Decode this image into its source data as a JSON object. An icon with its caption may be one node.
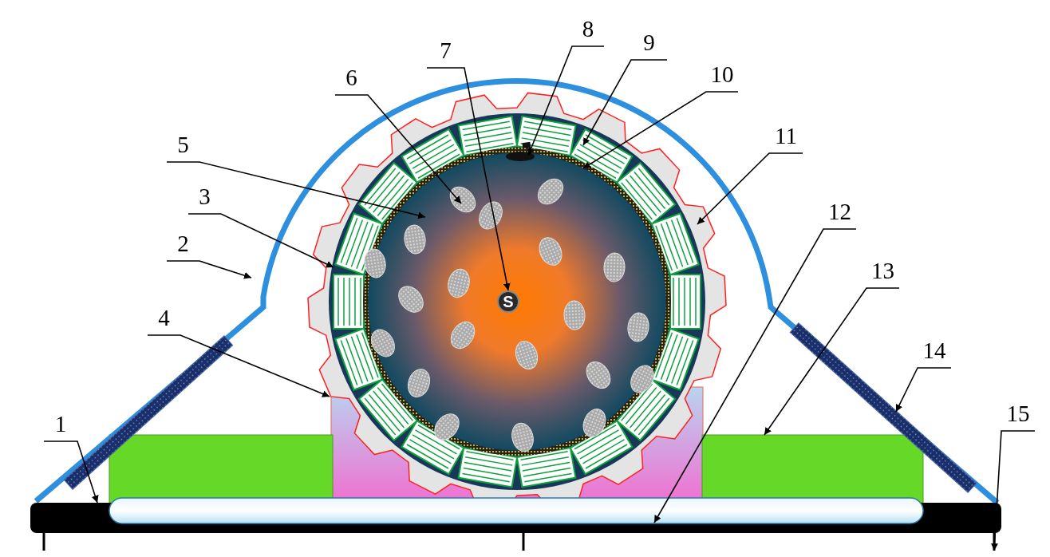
{
  "diagram": {
    "nodes": [
      {
        "text": [
          "1"
        ]
      },
      {
        "text": [
          "2"
        ]
      },
      {
        "text": [
          "3"
        ]
      },
      {
        "text": [
          "4"
        ]
      },
      {
        "text": [
          "5"
        ]
      },
      {
        "text": [
          "6"
        ]
      },
      {
        "text": [
          "7"
        ]
      },
      {
        "text": [
          "8"
        ]
      },
      {
        "text": [
          "9"
        ]
      },
      {
        "text": [
          "10"
        ]
      },
      {
        "text": [
          "11"
        ]
      },
      {
        "text": [
          "12"
        ]
      },
      {
        "text": [
          "13"
        ]
      },
      {
        "text": [
          "14"
        ]
      },
      {
        "text": [
          "15"
        ]
      },
      {
        "text": [
          "S"
        ]
      }
    ],
    "edges": [
      {
        "from": 0,
        "to": null,
        "arrow": "to"
      },
      {
        "from": 1,
        "to": null,
        "arrow": "to"
      },
      {
        "from": 2,
        "to": null,
        "arrow": "to"
      },
      {
        "from": 3,
        "to": null,
        "arrow": "to"
      },
      {
        "from": 4,
        "to": null,
        "arrow": "to"
      },
      {
        "from": 5,
        "to": null,
        "arrow": "to"
      },
      {
        "from": 6,
        "to": 15,
        "arrow": "to"
      },
      {
        "from": 7,
        "to": null,
        "arrow": "to"
      },
      {
        "from": 8,
        "to": null,
        "arrow": "to"
      },
      {
        "from": 9,
        "to": null,
        "arrow": "to"
      },
      {
        "from": 10,
        "to": null,
        "arrow": "to"
      },
      {
        "from": 11,
        "to": null,
        "arrow": "to"
      },
      {
        "from": 12,
        "to": null,
        "arrow": "to"
      },
      {
        "from": 13,
        "to": null,
        "arrow": "to"
      },
      {
        "from": 14,
        "to": null,
        "arrow": "to"
      }
    ]
  }
}
